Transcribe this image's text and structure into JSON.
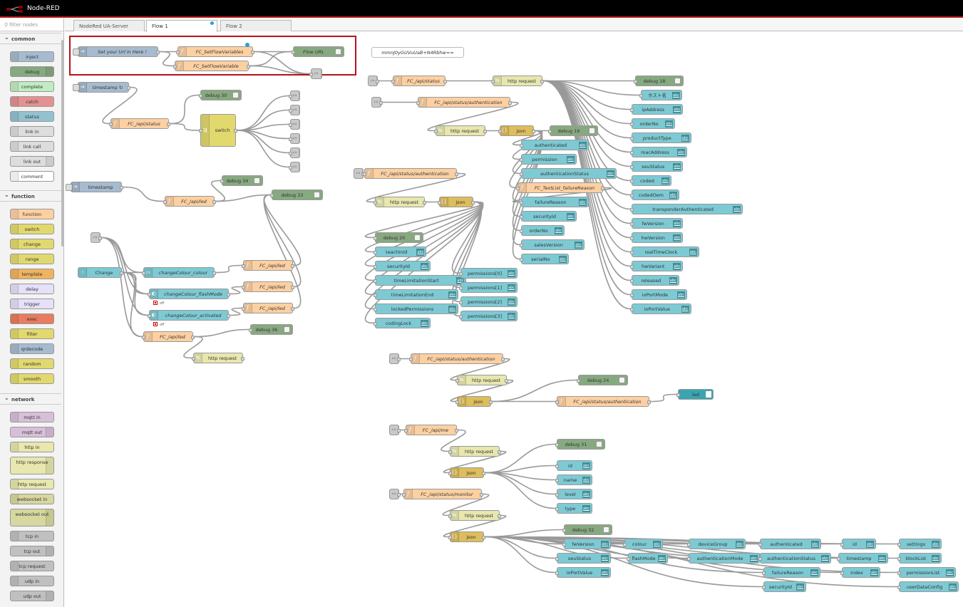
{
  "app": {
    "title": "Node-RED"
  },
  "palette": {
    "filter_placeholder": "filter nodes",
    "categories": [
      {
        "label": "common",
        "nodes": [
          "inject",
          "debug",
          "complete",
          "catch",
          "status",
          "link in",
          "link call",
          "link out",
          "comment"
        ]
      },
      {
        "label": "function",
        "nodes": [
          "function",
          "switch",
          "change",
          "range",
          "template",
          "delay",
          "trigger",
          "exec",
          "filter",
          "qrdecode",
          "random",
          "smooth"
        ]
      },
      {
        "label": "network",
        "nodes": [
          "mqtt in",
          "mqtt out",
          "http in",
          "http response",
          "http request",
          "websocket in",
          "websocket out",
          "tcp in",
          "tcp out",
          "tcp request",
          "udp in",
          "udp out"
        ]
      }
    ]
  },
  "tabs": [
    "NodeRed UA-Server",
    "Flow 1",
    "Flow 2"
  ],
  "active_tab": "Flow 1",
  "colors": {
    "inject": "#a6bbcf",
    "function": "#fdd0a2",
    "debug": "#87a980",
    "http": "#e7e7ae",
    "json": "#debd5c",
    "change": "#e2d96e",
    "ui": "#7dcad4",
    "selection": "#b4121a",
    "header": "#000000"
  },
  "flow": {
    "nodes": {
      "set_url": "Set your Url in Here !",
      "fc_setflowvariables": "FC_SetFlowVariables",
      "fc_setflowvariable": "FC_SetFlowVariable",
      "flow_url": "Flow URL",
      "comment_token": "mmnJ0yGUVuUaB+N4Rbhw==",
      "timestamp_1": "timestamp ↻",
      "debug_30": "debug 30",
      "fc_api_status_1": "FC_/api/status",
      "switch": "switch",
      "timestamp_2": "timestamp",
      "debug_34": "debug 34",
      "fc_api_led_1": "FC_/api/led",
      "debug_33": "debug 33",
      "change": "Change",
      "change_colour": "changeColour_colour",
      "change_flash": "changeColour_flashMode",
      "change_activated": "changeColour_activated",
      "fc_api_led_2": "FC_/api/led",
      "fc_api_led_3": "FC_/api/led",
      "fc_api_led_4": "FC_/api/led",
      "fc_api_led_5": "FC_/api/led",
      "debug_36": "debug 36",
      "http_request_led": "http request",
      "off_1": "off",
      "off_2": "off",
      "fc_api_status_2": "FC_/api/status",
      "http_request_1": "http request",
      "debug_18": "debug 18",
      "fc_api_status_auth_1": "FC_/api/status/authentication",
      "http_request_2": "http request",
      "json_1": "json",
      "debug_19": "debug 19",
      "fc_api_status_auth_2": "FC_/api/status/authentication",
      "http_request_3": "http request",
      "json_2": "json",
      "debug_20": "debug 20",
      "fc_textlist": "FC_TextList_failureReason",
      "fc_api_status_auth_3": "FC_/api/status/authentication",
      "http_request_4": "http request",
      "json_3": "json",
      "debug_24": "debug 24",
      "fc_api_status_auth_4": "FC_/api/status/authentication",
      "led": "led",
      "fc_api_me": "FC_/api/me",
      "http_request_5": "http request",
      "json_4": "json",
      "debug_31": "debug 31",
      "fc_api_status_monitor": "FC_/api/status/monitor",
      "http_request_6": "http request",
      "json_5": "json",
      "debug_32": "debug 32"
    },
    "status_list": [
      "ホスト名",
      "ipAddress",
      "orderNo",
      "productType",
      "macAddress",
      "seuStatus",
      "coded",
      "codedOem",
      "transponderAuthenticated",
      "fwVersion",
      "hwVersion",
      "realTimeClock",
      "hwVariant",
      "released",
      "ioPortMode",
      "ioPortValue"
    ],
    "auth_list": [
      "authenticated",
      "permission",
      "authenticationStatus",
      "failureReason",
      "securityId",
      "orderNo",
      "salesVersion",
      "serialNo"
    ],
    "auth2_list": [
      "teachInId",
      "securityId",
      "timeLimitationStart",
      "timeLimitationEnd",
      "lockedPermissions",
      "codingLock"
    ],
    "perm_list": [
      "permissions[0]",
      "permissions[1]",
      "permissions[2]",
      "permissions[3]"
    ],
    "me_list": [
      "id",
      "name",
      "level",
      "type"
    ],
    "monitor_row1": [
      "fwVersion",
      "colour",
      "deviceGroup",
      "authenticated",
      "id",
      "settings"
    ],
    "monitor_row2": [
      "seuStatus",
      "flashMode",
      "authenticationMode",
      "authenticationStatus",
      "timestamp",
      "blockList"
    ],
    "monitor_row3": [
      "ioPortValue",
      "failureReason",
      "index",
      "permissionList"
    ],
    "monitor_row4": [
      "securityId",
      "userDataConfig"
    ],
    "ui_badge": "abc"
  }
}
